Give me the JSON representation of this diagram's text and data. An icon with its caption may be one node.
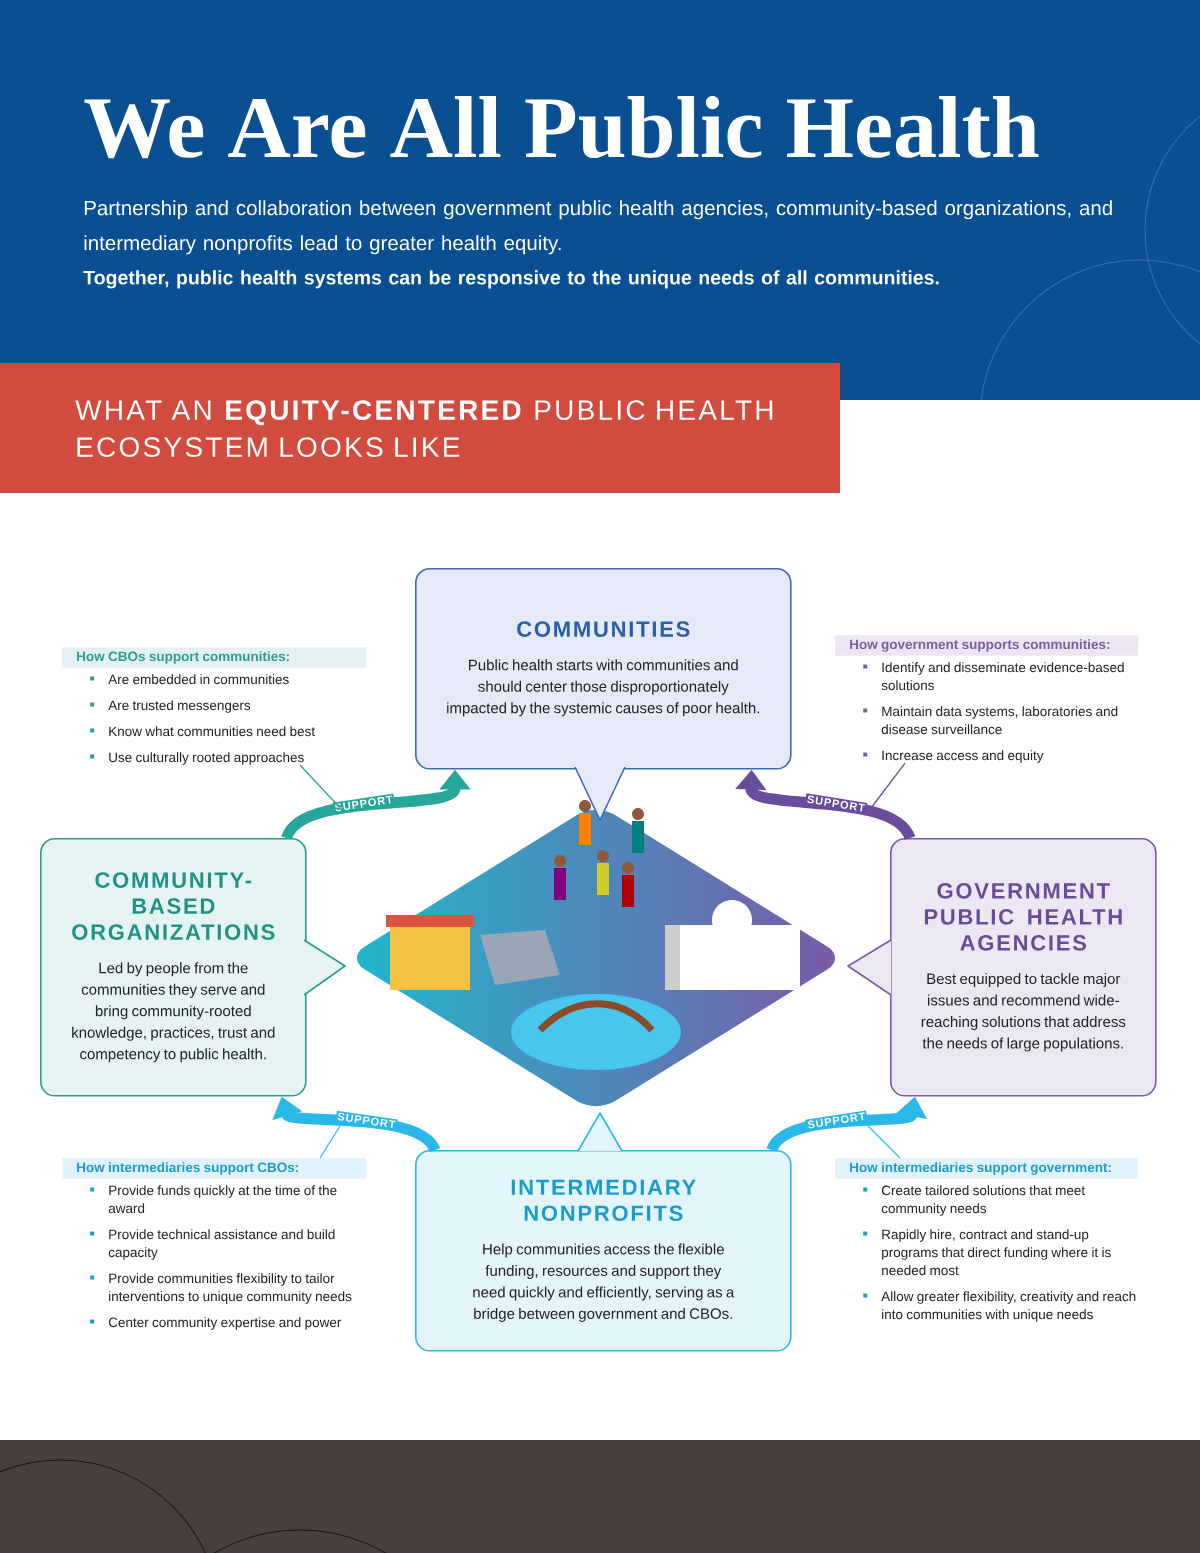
{
  "diagram": {
    "title": "We Are All Public Health",
    "nodes": [
      {
        "text": [
          "COMMUNITIES",
          "Public health starts with communities and should center those disproportionately impacted by the systemic causes of poor health."
        ]
      },
      {
        "text": [
          "COMMUNITY-BASED ORGANIZATIONS",
          "Led by people from the communities they serve and bring community-rooted knowledge, practices, trust and competency to public health."
        ]
      },
      {
        "text": [
          "GOVERNMENT PUBLIC HEALTH AGENCIES",
          "Best equipped to tackle major issues and recommend wide-reaching solutions that address the needs of large populations."
        ]
      },
      {
        "text": [
          "INTERMEDIARY NONPROFITS",
          "Help communities access the flexible funding, resources and support they need quickly and efficiently, serving as a bridge between government and CBOs."
        ]
      },
      {
        "text": [],
        "shape": "picture"
      },
      {
        "text": [
          "How CBOs support communities:",
          "Are embedded in communities",
          "Are trusted messengers",
          "Know what communities need best",
          "Use culturally rooted approaches"
        ]
      },
      {
        "text": [
          "How government supports communities:",
          "Identify and disseminate evidence-based solutions",
          "Maintain data systems, laboratories and disease surveillance",
          "Increase access and equity"
        ]
      },
      {
        "text": [
          "How intermediaries support CBOs:",
          "Provide funds quickly at the time of the award",
          "Provide technical assistance and build capacity",
          "Provide communities flexibility to tailor interventions to unique community needs",
          "Center community expertise and power"
        ]
      },
      {
        "text": [
          "How intermediaries support government:",
          "Create tailored solutions that meet community needs",
          "Rapidly hire, contract and stand-up programs that direct funding where it is needed most",
          "Allow greater flexibility, creativity and reach into communities with unique needs"
        ]
      }
    ],
    "edges": [
      {
        "from": 1,
        "to": 0,
        "arrow": "to",
        "label": "SUPPORT",
        "style": "thick",
        "color": "#26a79a"
      },
      {
        "from": 2,
        "to": 0,
        "arrow": "to",
        "label": "SUPPORT",
        "style": "thick",
        "color": "#6a4c9c"
      },
      {
        "from": 3,
        "to": 1,
        "arrow": "to",
        "label": "SUPPORT",
        "style": "thick",
        "color": "#29b8e8"
      },
      {
        "from": 3,
        "to": 2,
        "arrow": "to",
        "label": "SUPPORT",
        "style": "thick",
        "color": "#29b8e8"
      },
      {
        "from": 5,
        "to": null,
        "arrow": "none",
        "color": "#26a79a"
      },
      {
        "from": 6,
        "to": null,
        "arrow": "none",
        "color": "#6a4c9c"
      },
      {
        "from": 7,
        "to": null,
        "arrow": "none",
        "color": "#29b8e8"
      },
      {
        "from": 8,
        "to": null,
        "arrow": "none",
        "color": "#29b8e8"
      }
    ],
    "labels": [
      "Partnership and collaboration between government public health agencies, community-based organizations, and intermediary nonprofits lead to greater health equity.",
      "Together, public health systems can be responsive to the unique needs of all communities.",
      "WHAT AN **EQUITY-CENTERED** PUBLIC HEALTH ECOSYSTEM LOOKS LIKE"
    ]
  }
}
